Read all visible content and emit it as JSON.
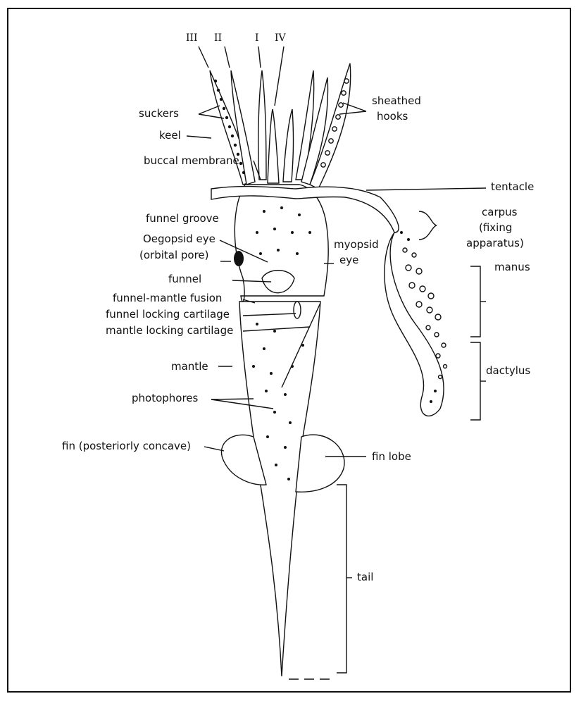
{
  "arm_numbers": [
    "III",
    "II",
    "I",
    "IV"
  ],
  "labels": {
    "suckers": "suckers",
    "keel": "keel",
    "buccal_membrane": "buccal membrane",
    "sheathed_hooks_1": "sheathed",
    "sheathed_hooks_2": "hooks",
    "tentacle": "tentacle",
    "carpus_1": "carpus",
    "carpus_2": "(fixing",
    "carpus_3": "apparatus)",
    "funnel_groove": "funnel groove",
    "oegopsid_eye_1": "Oegopsid eye",
    "oegopsid_eye_2": "(orbital pore)",
    "myopsid_eye_1": "myopsid",
    "myopsid_eye_2": "eye",
    "manus": "manus",
    "funnel": "funnel",
    "funnel_mantle_fusion": "funnel-mantle fusion",
    "funnel_locking_cartilage": "funnel locking cartilage",
    "mantle_locking_cartilage": "mantle locking cartilage",
    "mantle": "mantle",
    "dactylus": "dactylus",
    "photophores": "photophores",
    "fin": "fin (posteriorly concave)",
    "fin_lobe": "fin lobe",
    "tail": "tail"
  },
  "colors": {
    "ink": "#111111",
    "paper": "#ffffff"
  }
}
